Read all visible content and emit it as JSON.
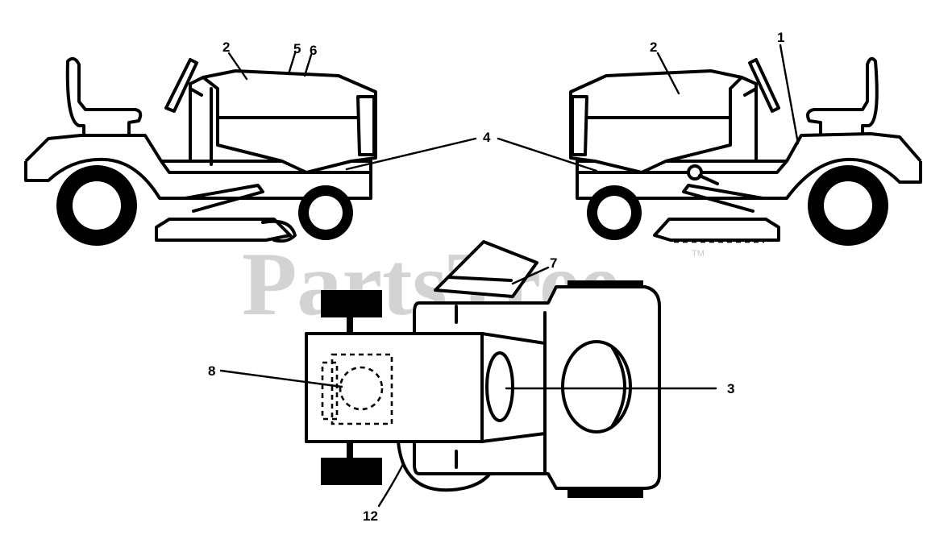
{
  "watermark": {
    "text": "PartsTree",
    "trademark": "TM"
  },
  "callouts": {
    "c1": "1",
    "c2_left": "2",
    "c2_right": "2",
    "c3": "3",
    "c4": "4",
    "c5": "5",
    "c6": "6",
    "c7": "7",
    "c8": "8",
    "c12": "12"
  }
}
